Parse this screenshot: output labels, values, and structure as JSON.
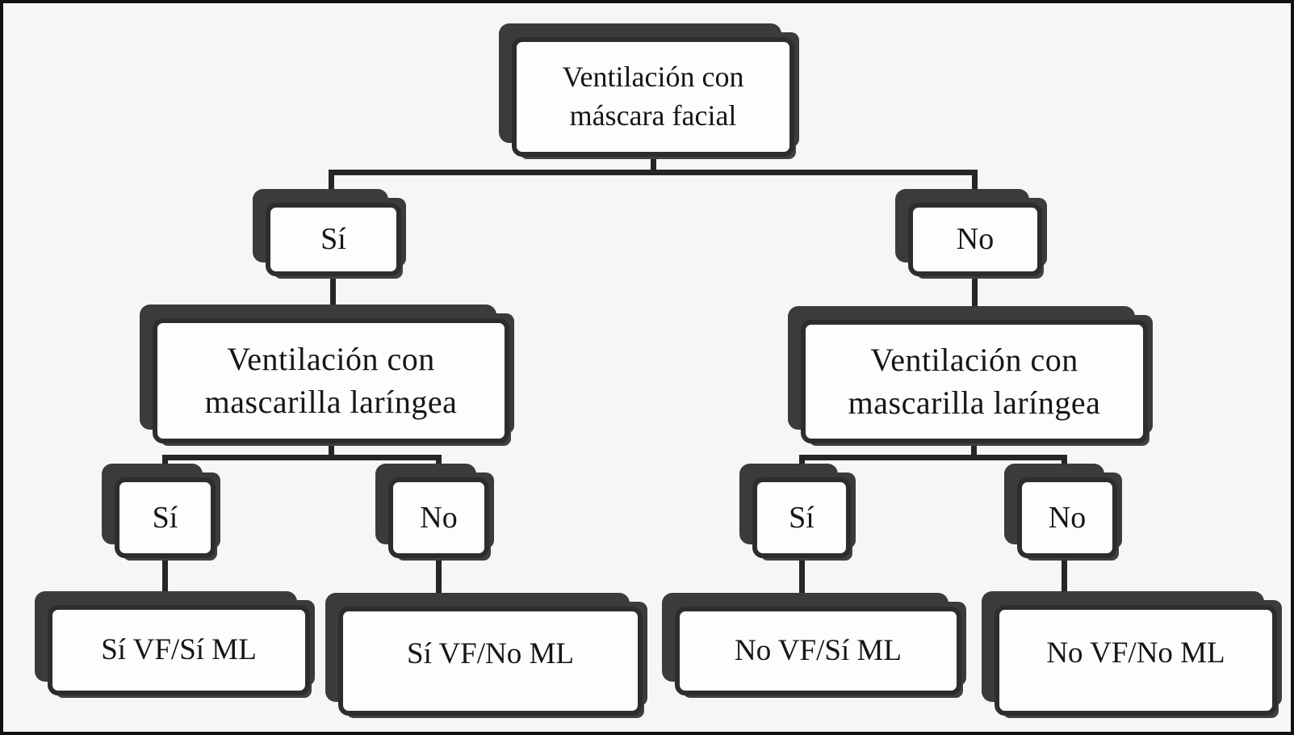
{
  "figure": {
    "type": "decision-tree",
    "language": "es",
    "description": "Algoritmo de ventilación: máscara facial y mascarilla laríngea"
  },
  "palette": {
    "page_bg": "#f7f6f4",
    "frame": "#111111",
    "box_bg": "#fdfdfc",
    "border": "#2d2d2d",
    "shadow": "#3b3b3b",
    "line": "#262626",
    "text": "#161616"
  },
  "tree": {
    "root": {
      "label": "Ventilación con máscara facial"
    },
    "branches": [
      {
        "answer": "Sí",
        "question": "Ventilación con mascarilla laríngea",
        "outcomes": [
          {
            "answer": "Sí",
            "result": "Sí VF/Sí ML"
          },
          {
            "answer": "No",
            "result": "Sí VF/No ML"
          }
        ]
      },
      {
        "answer": "No",
        "question": "Ventilación con mascarilla laríngea",
        "outcomes": [
          {
            "answer": "Sí",
            "result": "No VF/Sí ML"
          },
          {
            "answer": "No",
            "result": "No VF/No ML"
          }
        ]
      }
    ]
  }
}
